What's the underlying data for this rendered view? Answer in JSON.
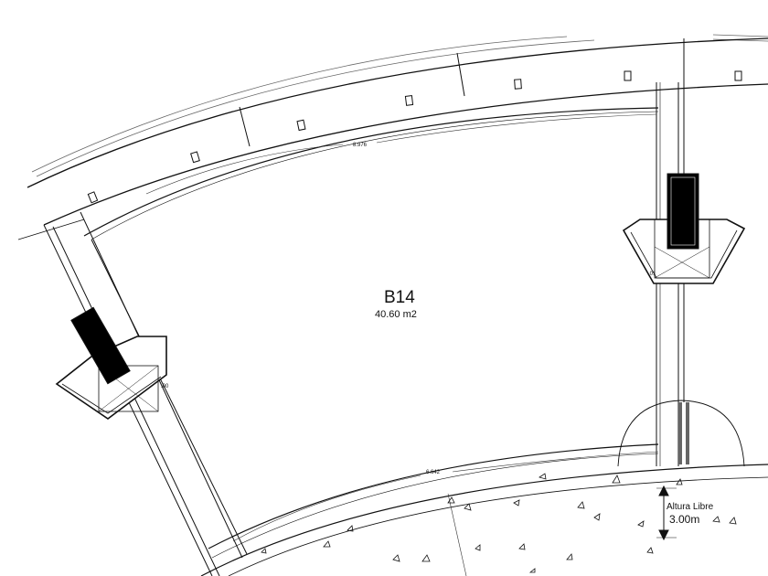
{
  "room": {
    "name": "B14",
    "area": "40.60  m2"
  },
  "dimensions": {
    "top_arc": "8.976",
    "bottom_arc": "6.642",
    "left_door_width": ".00",
    "right_door_width": ".01"
  },
  "clearance": {
    "label": "Altura Libre",
    "value": "3.00m"
  },
  "colors": {
    "line": "#111111",
    "thin": "#555555",
    "fill_dark": "#000000",
    "paper": "#ffffff"
  }
}
